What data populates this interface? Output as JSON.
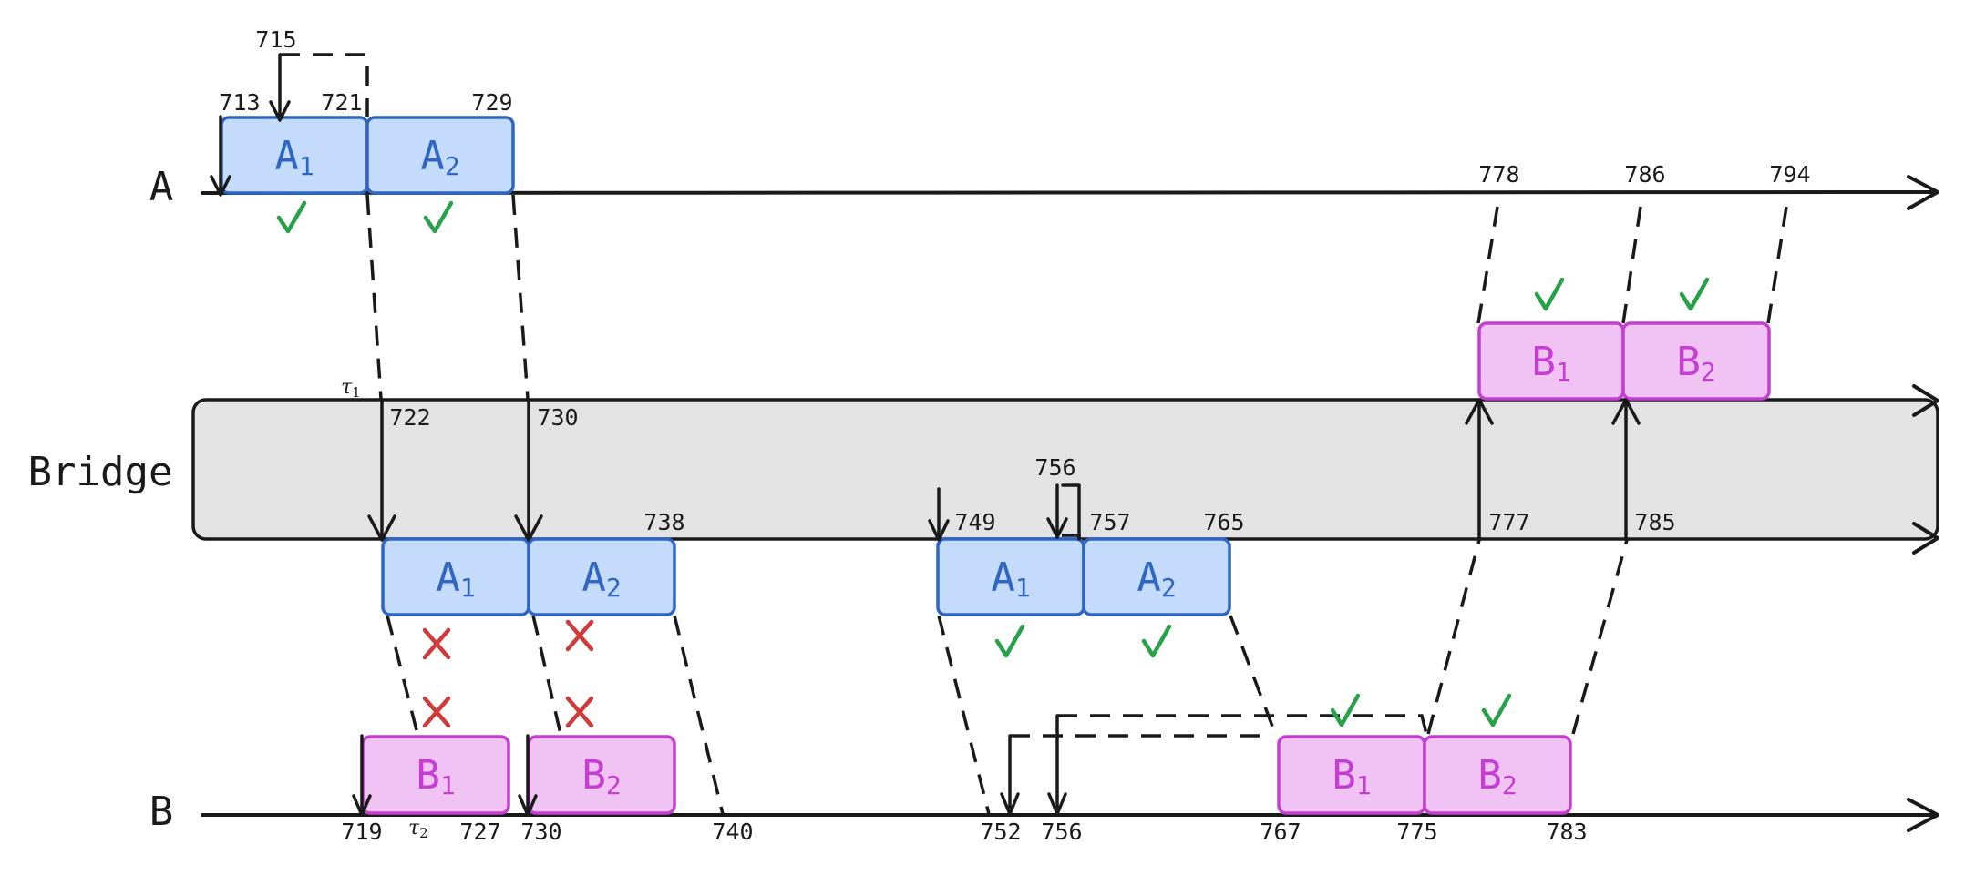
{
  "lanes": {
    "a": "A",
    "bridge": "Bridge",
    "b": "B"
  },
  "time_labels": {
    "a_713": "713",
    "a_715": "715",
    "a_721": "721",
    "a_729": "729",
    "a_778": "778",
    "a_786": "786",
    "a_794": "794",
    "br_722": "722",
    "br_730": "730",
    "br_738": "738",
    "br_749": "749",
    "br_756": "756",
    "br_757": "757",
    "br_765": "765",
    "br_777": "777",
    "br_785": "785",
    "b_719": "719",
    "b_727": "727",
    "b_730": "730",
    "b_740": "740",
    "b_752": "752",
    "b_756": "756",
    "b_767": "767",
    "b_775": "775",
    "b_783": "783"
  },
  "tau": {
    "symbol": "τ",
    "t1": "1",
    "t2": "2"
  },
  "boxes": {
    "a_letter": "A",
    "b_letter": "B",
    "sub1": "1",
    "sub2": "2"
  },
  "colors": {
    "a_fill": "#c5dbfb",
    "a_stroke": "#2f66c4",
    "b_fill": "#f1c2f4",
    "b_stroke": "#c33ed1",
    "bridge_fill": "#e3e3e3",
    "check": "#27a14a",
    "cross": "#d03a3a"
  },
  "icons": [
    "check-mark-icon",
    "cross-mark-icon",
    "arrow-icon"
  ]
}
